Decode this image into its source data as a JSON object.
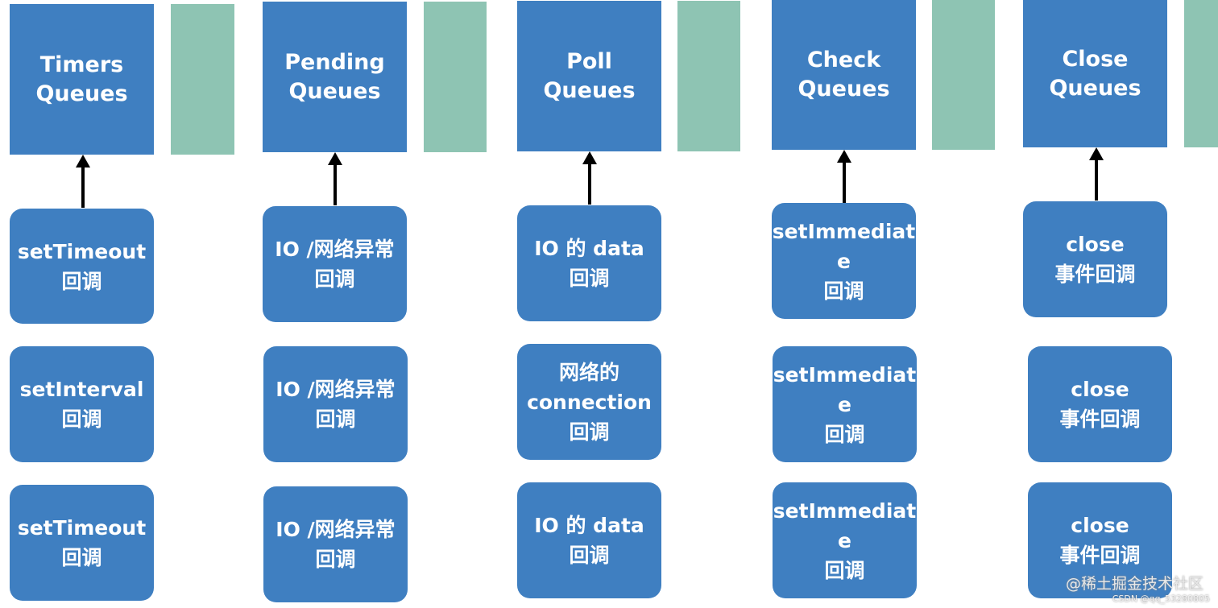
{
  "colors": {
    "queue": "#3f7fc1",
    "strip": "#8ec4b3",
    "arrow": "#000000"
  },
  "phases": [
    {
      "title": "Timers\nQueues",
      "callbacks": [
        "setTimeout\n回调",
        "setInterval\n回调",
        "setTimeout\n回调"
      ]
    },
    {
      "title": "Pending\nQueues",
      "callbacks": [
        "IO /网络异常\n回调",
        "IO /网络异常\n回调",
        "IO /网络异常\n回调"
      ]
    },
    {
      "title": "Poll\nQueues",
      "callbacks": [
        "IO 的 data\n回调",
        "网络的\nconnection\n回调",
        "IO 的 data\n回调"
      ]
    },
    {
      "title": "Check\nQueues",
      "callbacks": [
        "setImmediat\ne\n回调",
        "setImmediat\ne\n回调",
        "setImmediat\ne\n回调"
      ]
    },
    {
      "title": "Close\nQueues",
      "callbacks": [
        "close\n事件回调",
        "close\n事件回调",
        "close\n事件回调"
      ]
    }
  ],
  "watermark": "@稀土掘金技术社区",
  "credit": "CSDN @qq_53280805"
}
